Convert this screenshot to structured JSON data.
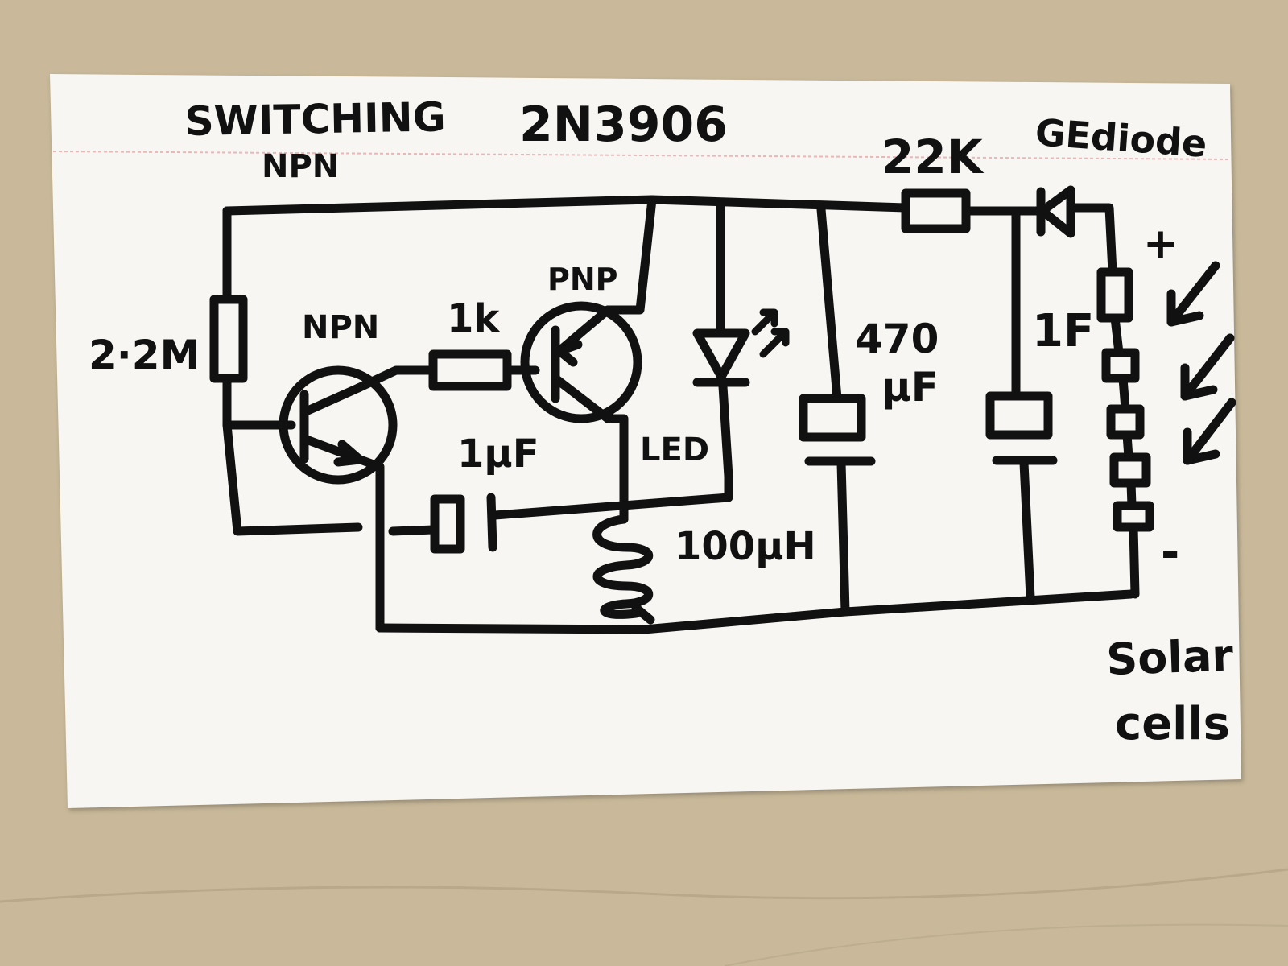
{
  "colors": {
    "desk": "#c9b99a",
    "card": "#f7f6f3",
    "ink": "#111111",
    "ruled_line": "#e8b7b7"
  },
  "labels": {
    "switching": "SWITCHING",
    "npn_note": "NPN",
    "part_number": "2N3906",
    "r_22k": "22K",
    "ge_diode": "GEdiode",
    "r_2_2m": "2·2M",
    "npn": "NPN",
    "pnp": "PNP",
    "r_1k": "1k",
    "led": "LED",
    "c_470": "470",
    "c_470_unit": "μF",
    "c_1f": "1F",
    "c_1uf": "1μF",
    "l_100": "100μH",
    "plus": "+",
    "minus": "-",
    "solar": "Solar",
    "cells": "cells"
  }
}
